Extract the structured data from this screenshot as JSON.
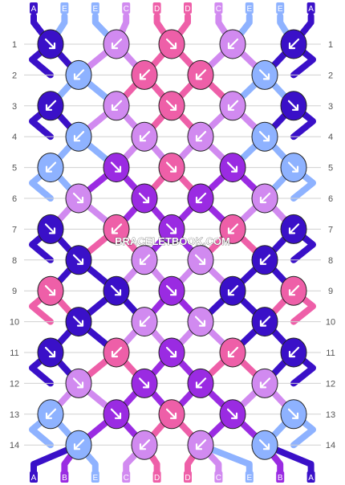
{
  "title": "",
  "watermark": "BRACELETBOOK.COM",
  "colors": {
    "A": "#3a10c8",
    "B": "#9a2be2",
    "C": "#d18af0",
    "D": "#ee5fa8",
    "E": "#8eb2ff"
  },
  "top_strands": [
    "A",
    "E",
    "E",
    "C",
    "D",
    "D",
    "C",
    "E",
    "E",
    "A"
  ],
  "bottom_strands": [
    "A",
    "B",
    "E",
    "C",
    "D",
    "D",
    "C",
    "E",
    "B",
    "A"
  ],
  "row_numbers": [
    1,
    2,
    3,
    4,
    5,
    6,
    7,
    8,
    9,
    10,
    11,
    12,
    13,
    14
  ],
  "knots": [
    [
      "A:se",
      "C:sw",
      "D:se",
      "C:sw",
      "A:sw"
    ],
    [
      "E:sw",
      "D:sw",
      "D:sw",
      "E:se"
    ],
    [
      "A:sw",
      "C:sw",
      "D:se",
      "C:sw",
      "A:se"
    ],
    [
      "E:sw",
      "C:sw",
      "C:sw",
      "E:se"
    ],
    [
      "E:sw",
      "B:se",
      "D:se",
      "B:se",
      "E:se"
    ],
    [
      "C:se",
      "B:se",
      "B:sw",
      "C:sw"
    ],
    [
      "A:se",
      "D:sw",
      "B:se",
      "D:sw",
      "A:sw"
    ],
    [
      "A:se",
      "C:sw",
      "C:se",
      "A:sw"
    ],
    [
      "D:se",
      "A:se",
      "B:se",
      "A:sw",
      "D:sw"
    ],
    [
      "A:se",
      "C:sw",
      "C:se",
      "A:sw"
    ],
    [
      "A:se",
      "D:sw",
      "B:se",
      "D:sw",
      "A:sw"
    ],
    [
      "C:se",
      "B:se",
      "B:sw",
      "C:sw"
    ],
    [
      "E:sw",
      "B:se",
      "D:se",
      "B:se",
      "E:se"
    ],
    [
      "E:sw",
      "C:sw",
      "C:sw",
      "E:se"
    ]
  ]
}
